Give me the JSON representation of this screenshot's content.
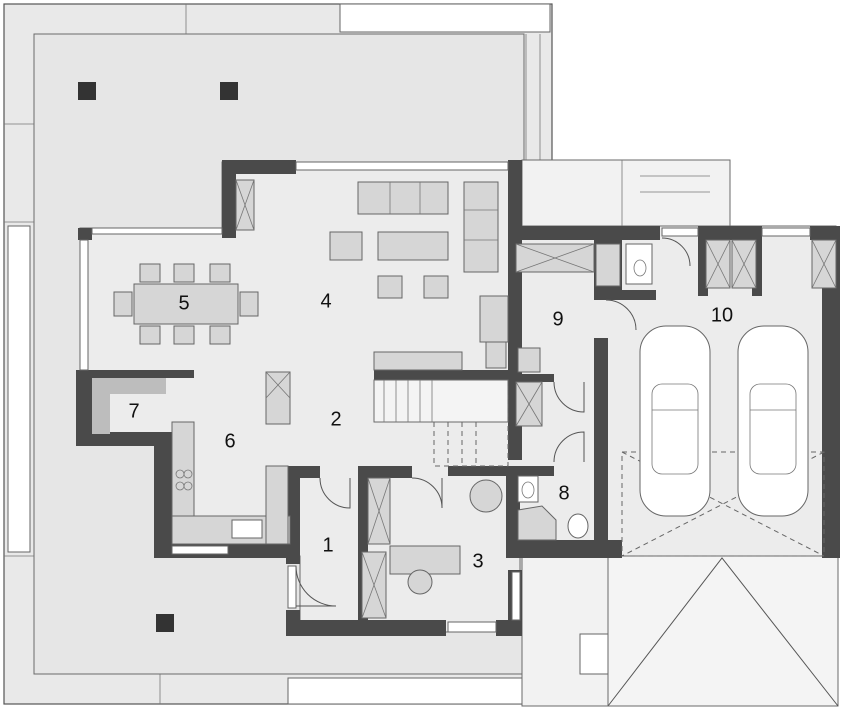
{
  "plan": {
    "rooms": [
      {
        "label": "1"
      },
      {
        "label": "2"
      },
      {
        "label": "3"
      },
      {
        "label": "4"
      },
      {
        "label": "5"
      },
      {
        "label": "6"
      },
      {
        "label": "7"
      },
      {
        "label": "8"
      },
      {
        "label": "9"
      },
      {
        "label": "10"
      }
    ]
  },
  "colors": {
    "wall": "#4a4a4a",
    "floor": "#ececec",
    "furniture": "#d6d6d6"
  }
}
